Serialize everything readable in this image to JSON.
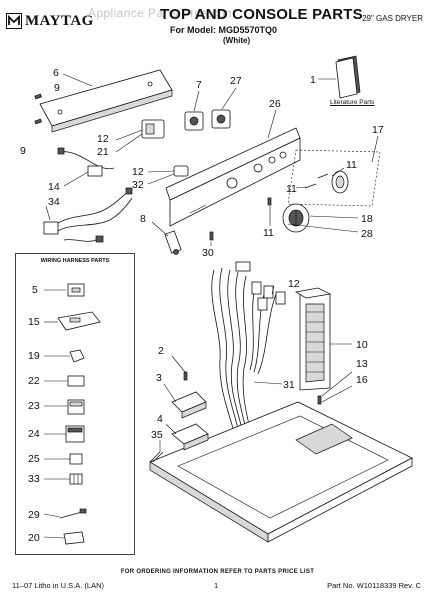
{
  "header": {
    "brand": "MAYTAG",
    "title": "TOP AND CONSOLE PARTS",
    "model_line": "For Model: MGD5570TQ0",
    "variant": "(White)",
    "product_type": "29\" GAS DRYER",
    "watermark": "Appliance Parts Pros.com"
  },
  "literature_label": "Literature Parts",
  "wiring_harness_title": "WIRING HARNESS PARTS",
  "callouts": {
    "c6": "6",
    "c9a": "9",
    "c9b": "9",
    "c7": "7",
    "c27": "27",
    "c1": "1",
    "c12a": "12",
    "c21": "21",
    "c26": "26",
    "c17": "17",
    "c11a": "11",
    "c12b": "12",
    "c32": "32",
    "c11b": "11",
    "c14": "14",
    "c34": "34",
    "c8": "8",
    "c30": "30",
    "c18": "18",
    "c11c": "11",
    "c28": "28",
    "c12c": "12",
    "c5": "5",
    "c15": "15",
    "c19": "19",
    "c22": "22",
    "c23": "23",
    "c24": "24",
    "c25": "25",
    "c33": "33",
    "c29": "29",
    "c20": "20",
    "c2": "2",
    "c3": "3",
    "c10": "10",
    "c13": "13",
    "c16": "16",
    "c31": "31",
    "c4": "4",
    "c35": "35"
  },
  "footer": {
    "order_info": "FOR ORDERING INFORMATION REFER TO PARTS PRICE LIST",
    "litho": "11–07 Litho in U.S.A. (LAN)",
    "page": "1",
    "part_no": "Part No. W10118339 Rev. C"
  }
}
